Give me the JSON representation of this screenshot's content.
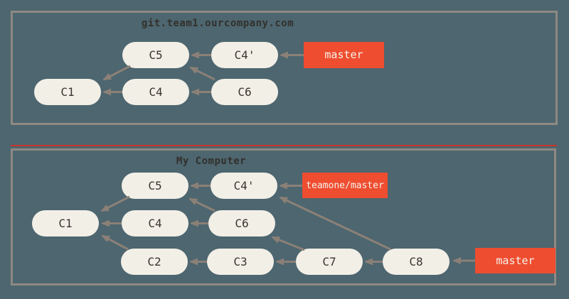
{
  "colors": {
    "background": "#4D666F",
    "panel_border": "#8E8983",
    "node_fill": "#F2EFE7",
    "node_text": "#3A352F",
    "arrow": "#8B8077",
    "branch_bg": "#EF4D30",
    "branch_text": "#F5F2EA",
    "title_text": "#33302C",
    "divider_red": "#C9332B"
  },
  "server_panel": {
    "title": "git.team1.ourcompany.com",
    "nodes": [
      {
        "id": "C5",
        "label": "C5"
      },
      {
        "id": "C4'",
        "label": "C4'"
      },
      {
        "id": "C1",
        "label": "C1"
      },
      {
        "id": "C4",
        "label": "C4"
      },
      {
        "id": "C6",
        "label": "C6"
      }
    ],
    "branches": [
      {
        "label": "master",
        "points_to": "C4'"
      }
    ],
    "edges": [
      "master -> C4'",
      "C4' -> C5",
      "C5 -> C1",
      "C4 -> C1",
      "C6 -> C4",
      "C6 -> C5"
    ]
  },
  "local_panel": {
    "title": "My Computer",
    "nodes": [
      {
        "id": "C5",
        "label": "C5"
      },
      {
        "id": "C4'",
        "label": "C4'"
      },
      {
        "id": "C1",
        "label": "C1"
      },
      {
        "id": "C4",
        "label": "C4"
      },
      {
        "id": "C6",
        "label": "C6"
      },
      {
        "id": "C2",
        "label": "C2"
      },
      {
        "id": "C3",
        "label": "C3"
      },
      {
        "id": "C7",
        "label": "C7"
      },
      {
        "id": "C8",
        "label": "C8"
      }
    ],
    "branches": [
      {
        "label": "teamone/master",
        "points_to": "C4'"
      },
      {
        "label": "master",
        "points_to": "C8"
      }
    ],
    "edges": [
      "teamone/master -> C4'",
      "C4' -> C5",
      "C5 -> C1",
      "C4 -> C1",
      "C6 -> C4",
      "C6 -> C5",
      "C2 -> C1",
      "C3 -> C2",
      "C7 -> C3",
      "C7 -> C6",
      "C8 -> C7",
      "C8 -> C4'",
      "master -> C8"
    ]
  }
}
